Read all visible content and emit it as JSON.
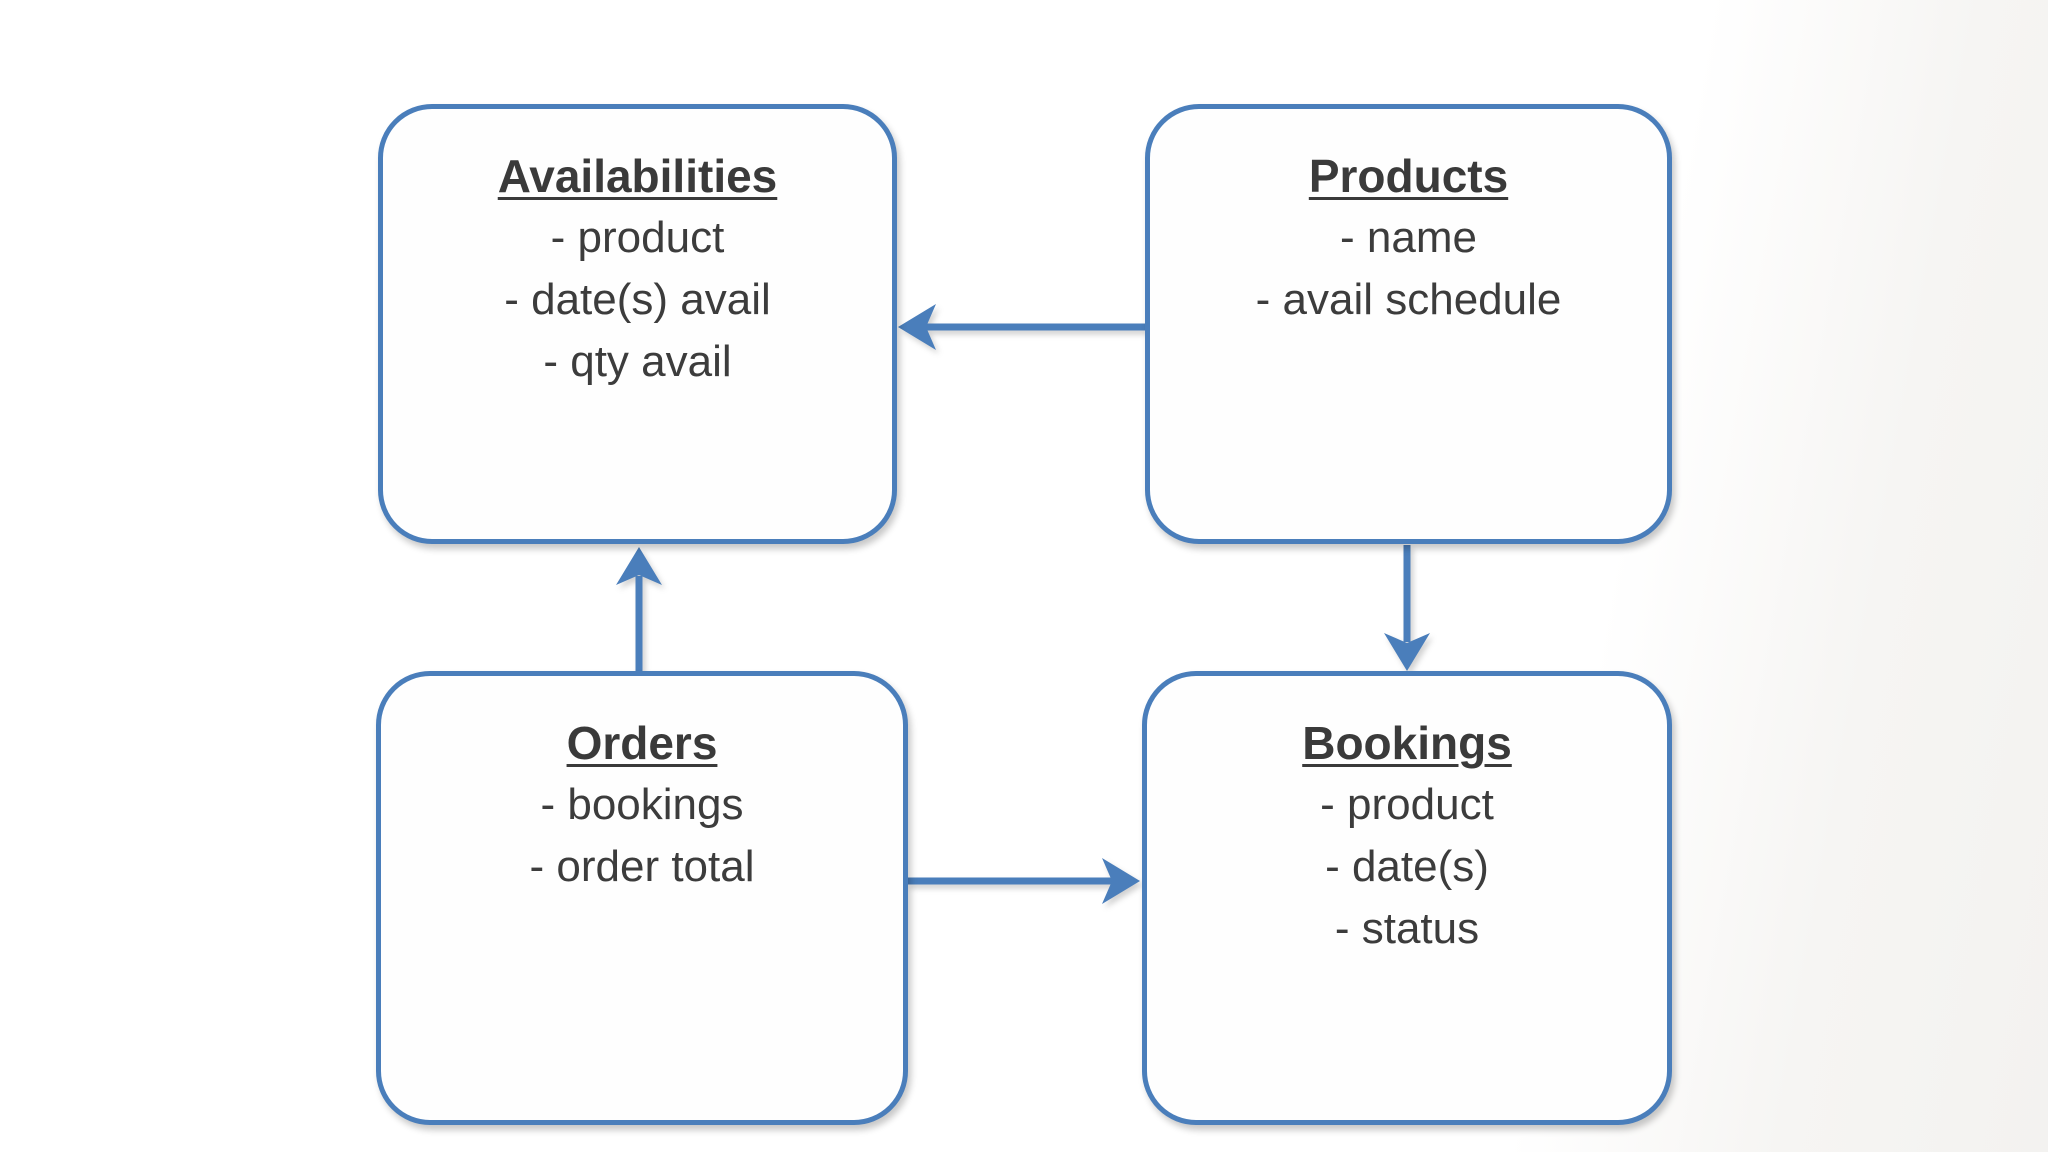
{
  "diagram": {
    "description": "Entity relationship sketch of a booking system",
    "nodes": [
      {
        "id": "availabilities",
        "title": "Availabilities",
        "items": [
          "- product",
          "- date(s) avail",
          "- qty avail"
        ]
      },
      {
        "id": "products",
        "title": "Products",
        "items": [
          "- name",
          "- avail schedule"
        ]
      },
      {
        "id": "orders",
        "title": "Orders",
        "items": [
          "- bookings",
          "- order total"
        ]
      },
      {
        "id": "bookings",
        "title": "Bookings",
        "items": [
          "- product",
          "- date(s)",
          "- status"
        ]
      }
    ],
    "edges": [
      {
        "from": "products",
        "to": "availabilities",
        "direction": "left"
      },
      {
        "from": "products",
        "to": "bookings",
        "direction": "down"
      },
      {
        "from": "orders",
        "to": "availabilities",
        "direction": "up"
      },
      {
        "from": "orders",
        "to": "bookings",
        "direction": "right"
      }
    ],
    "colors": {
      "node_border": "#4a7ebb",
      "arrow": "#4a7ebb",
      "title_text": "#3a3a3a",
      "body_text": "#3c3c3c",
      "background": "#ffffff"
    }
  }
}
